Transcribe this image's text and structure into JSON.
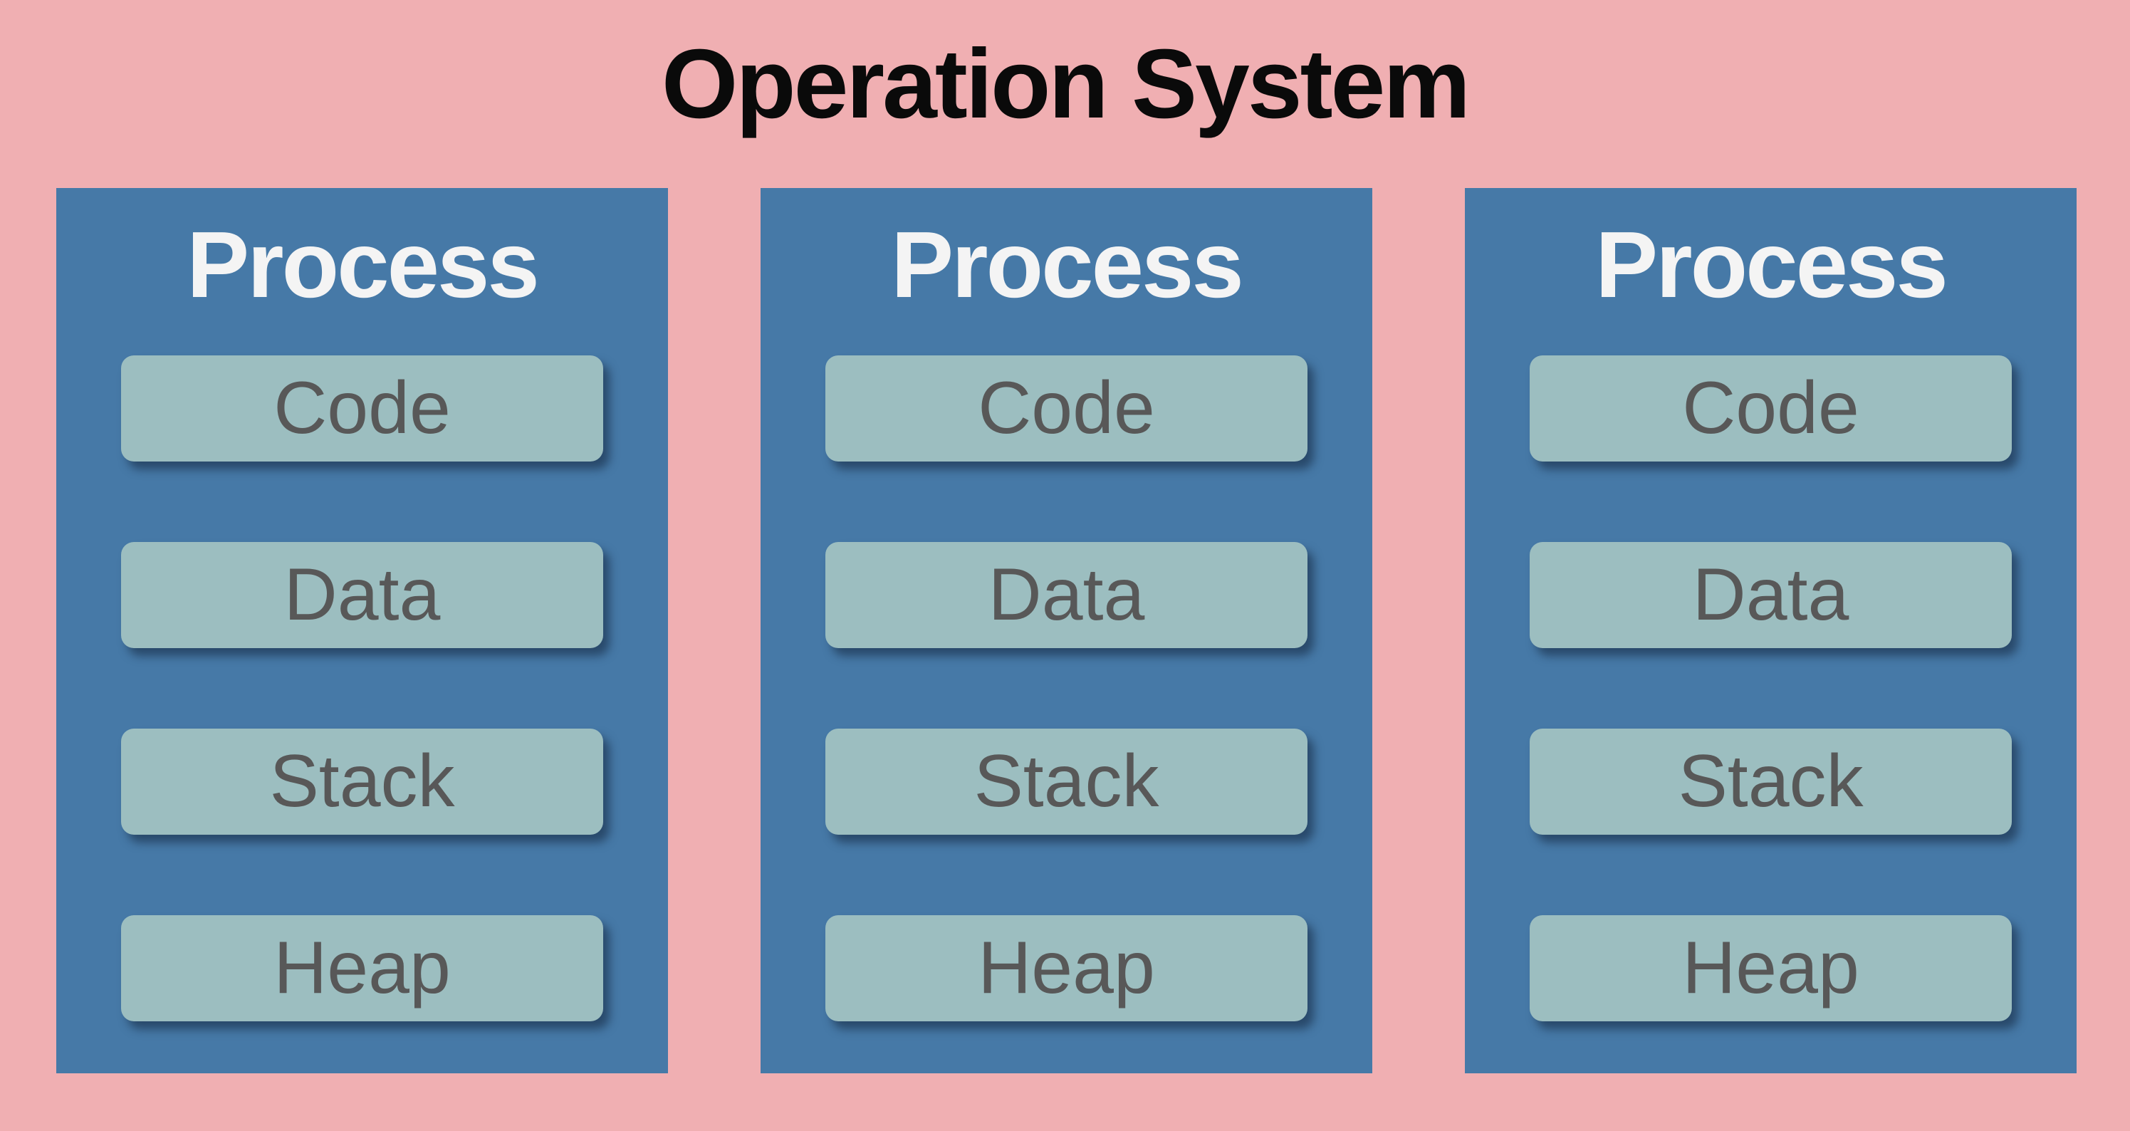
{
  "title": "Operation System",
  "colors": {
    "background": "#f0afb2",
    "process_box": "#4679a7",
    "memory_block": "#9cbec0",
    "memory_block_shadow": "rgba(22,41,66,0.6)",
    "title_text": "#0a0a0a",
    "process_text": "#f4f4f4",
    "block_text": "#585858"
  },
  "processes": [
    {
      "label": "Process",
      "blocks": [
        "Code",
        "Data",
        "Stack",
        "Heap"
      ]
    },
    {
      "label": "Process",
      "blocks": [
        "Code",
        "Data",
        "Stack",
        "Heap"
      ]
    },
    {
      "label": "Process",
      "blocks": [
        "Code",
        "Data",
        "Stack",
        "Heap"
      ]
    }
  ]
}
